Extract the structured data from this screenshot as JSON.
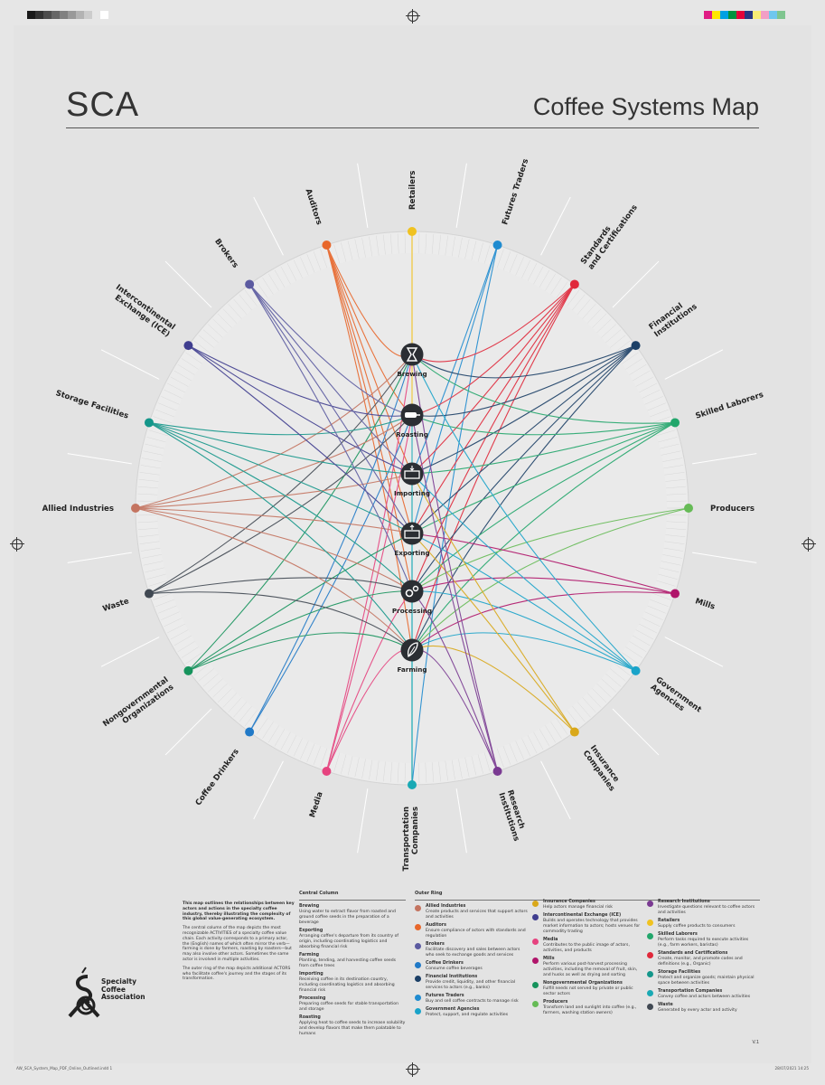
{
  "header": {
    "brand": "SCA",
    "title": "Coffee Systems Map"
  },
  "colors": {
    "Auditors": "#e8672b",
    "Retailers": "#f0c220",
    "Futures Traders": "#1f8bd0",
    "Standards and Certifications": "#e0283a",
    "Financial Institutions": "#1b3f66",
    "Skilled Laborers": "#22a66b",
    "Producers": "#66bb56",
    "Mills": "#b0156a",
    "Government Agencies": "#19a3c9",
    "Insurance Companies": "#d9a81a",
    "Research Institutions": "#7a3a92",
    "Transportation Companies": "#19a9b4",
    "Media": "#e6437f",
    "Coffee Drinkers": "#2079c7",
    "Nongovernmental Organizations": "#16935c",
    "Waste": "#404852",
    "Allied Industries": "#c47460",
    "Storage Facilities": "#14968a",
    "Intercontinental Exchange (ICE)": "#3f3d8f",
    "Brokers": "#5b5aa0"
  },
  "actors": [
    {
      "name": "Retailers",
      "label_lines": [
        "Retailers"
      ]
    },
    {
      "name": "Futures Traders",
      "label_lines": [
        "Futures Traders"
      ]
    },
    {
      "name": "Standards and Certifications",
      "label_lines": [
        "Standards",
        "and Certifications"
      ]
    },
    {
      "name": "Financial Institutions",
      "label_lines": [
        "Financial",
        "Institutions"
      ]
    },
    {
      "name": "Skilled Laborers",
      "label_lines": [
        "Skilled Laborers"
      ]
    },
    {
      "name": "Producers",
      "label_lines": [
        "Producers"
      ]
    },
    {
      "name": "Mills",
      "label_lines": [
        "Mills"
      ]
    },
    {
      "name": "Government Agencies",
      "label_lines": [
        "Government",
        "Agencies"
      ]
    },
    {
      "name": "Insurance Companies",
      "label_lines": [
        "Insurance",
        "Companies"
      ]
    },
    {
      "name": "Research Institutions",
      "label_lines": [
        "Research",
        "Institutions"
      ]
    },
    {
      "name": "Transportation Companies",
      "label_lines": [
        "Transportation",
        "Companies"
      ]
    },
    {
      "name": "Media",
      "label_lines": [
        "Media"
      ]
    },
    {
      "name": "Coffee Drinkers",
      "label_lines": [
        "Coffee Drinkers"
      ]
    },
    {
      "name": "Nongovernmental Organizations",
      "label_lines": [
        "Nongovernmental",
        "Organizations"
      ]
    },
    {
      "name": "Waste",
      "label_lines": [
        "Waste"
      ]
    },
    {
      "name": "Allied Industries",
      "label_lines": [
        "Allied Industries"
      ]
    },
    {
      "name": "Storage Facilities",
      "label_lines": [
        "Storage Facilities"
      ]
    },
    {
      "name": "Intercontinental Exchange (ICE)",
      "label_lines": [
        "Intercontinental",
        "Exchange (ICE)"
      ]
    },
    {
      "name": "Brokers",
      "label_lines": [
        "Brokers"
      ]
    },
    {
      "name": "Auditors",
      "label_lines": [
        "Auditors"
      ]
    }
  ],
  "activities": [
    {
      "name": "Brewing",
      "icon": "chemex-icon"
    },
    {
      "name": "Roasting",
      "icon": "roaster-icon"
    },
    {
      "name": "Importing",
      "icon": "container-import-icon"
    },
    {
      "name": "Exporting",
      "icon": "container-export-icon"
    },
    {
      "name": "Processing",
      "icon": "gears-icon"
    },
    {
      "name": "Farming",
      "icon": "leaf-icon"
    }
  ],
  "links": [
    [
      "Auditors",
      "Brewing"
    ],
    [
      "Auditors",
      "Roasting"
    ],
    [
      "Auditors",
      "Importing"
    ],
    [
      "Auditors",
      "Exporting"
    ],
    [
      "Auditors",
      "Processing"
    ],
    [
      "Auditors",
      "Farming"
    ],
    [
      "Retailers",
      "Brewing"
    ],
    [
      "Retailers",
      "Roasting"
    ],
    [
      "Futures Traders",
      "Importing"
    ],
    [
      "Futures Traders",
      "Exporting"
    ],
    [
      "Futures Traders",
      "Transportation Companies"
    ],
    [
      "Standards and Certifications",
      "Brewing"
    ],
    [
      "Standards and Certifications",
      "Roasting"
    ],
    [
      "Standards and Certifications",
      "Importing"
    ],
    [
      "Standards and Certifications",
      "Exporting"
    ],
    [
      "Standards and Certifications",
      "Processing"
    ],
    [
      "Standards and Certifications",
      "Farming"
    ],
    [
      "Financial Institutions",
      "Brewing"
    ],
    [
      "Financial Institutions",
      "Roasting"
    ],
    [
      "Financial Institutions",
      "Importing"
    ],
    [
      "Financial Institutions",
      "Exporting"
    ],
    [
      "Financial Institutions",
      "Processing"
    ],
    [
      "Financial Institutions",
      "Farming"
    ],
    [
      "Skilled Laborers",
      "Brewing"
    ],
    [
      "Skilled Laborers",
      "Roasting"
    ],
    [
      "Skilled Laborers",
      "Importing"
    ],
    [
      "Skilled Laborers",
      "Exporting"
    ],
    [
      "Skilled Laborers",
      "Processing"
    ],
    [
      "Skilled Laborers",
      "Farming"
    ],
    [
      "Producers",
      "Farming"
    ],
    [
      "Producers",
      "Processing"
    ],
    [
      "Mills",
      "Processing"
    ],
    [
      "Mills",
      "Exporting"
    ],
    [
      "Mills",
      "Farming"
    ],
    [
      "Government Agencies",
      "Importing"
    ],
    [
      "Government Agencies",
      "Exporting"
    ],
    [
      "Government Agencies",
      "Processing"
    ],
    [
      "Government Agencies",
      "Farming"
    ],
    [
      "Government Agencies",
      "Brewing"
    ],
    [
      "Insurance Companies",
      "Importing"
    ],
    [
      "Insurance Companies",
      "Exporting"
    ],
    [
      "Insurance Companies",
      "Farming"
    ],
    [
      "Research Institutions",
      "Farming"
    ],
    [
      "Research Institutions",
      "Processing"
    ],
    [
      "Research Institutions",
      "Roasting"
    ],
    [
      "Research Institutions",
      "Brewing"
    ],
    [
      "Transportation Companies",
      "Importing"
    ],
    [
      "Transportation Companies",
      "Exporting"
    ],
    [
      "Transportation Companies",
      "Farming"
    ],
    [
      "Transportation Companies",
      "Roasting"
    ],
    [
      "Media",
      "Brewing"
    ],
    [
      "Media",
      "Roasting"
    ],
    [
      "Media",
      "Farming"
    ],
    [
      "Media",
      "Processing"
    ],
    [
      "Coffee Drinkers",
      "Brewing"
    ],
    [
      "Coffee Drinkers",
      "Roasting"
    ],
    [
      "Nongovernmental Organizations",
      "Farming"
    ],
    [
      "Nongovernmental Organizations",
      "Processing"
    ],
    [
      "Nongovernmental Organizations",
      "Exporting"
    ],
    [
      "Nongovernmental Organizations",
      "Brewing"
    ],
    [
      "Waste",
      "Brewing"
    ],
    [
      "Waste",
      "Roasting"
    ],
    [
      "Waste",
      "Processing"
    ],
    [
      "Waste",
      "Farming"
    ],
    [
      "Allied Industries",
      "Brewing"
    ],
    [
      "Allied Industries",
      "Roasting"
    ],
    [
      "Allied Industries",
      "Importing"
    ],
    [
      "Allied Industries",
      "Exporting"
    ],
    [
      "Allied Industries",
      "Processing"
    ],
    [
      "Allied Industries",
      "Farming"
    ],
    [
      "Storage Facilities",
      "Importing"
    ],
    [
      "Storage Facilities",
      "Exporting"
    ],
    [
      "Storage Facilities",
      "Roasting"
    ],
    [
      "Storage Facilities",
      "Processing"
    ],
    [
      "Storage Facilities",
      "Farming"
    ],
    [
      "Intercontinental Exchange (ICE)",
      "Importing"
    ],
    [
      "Intercontinental Exchange (ICE)",
      "Exporting"
    ],
    [
      "Intercontinental Exchange (ICE)",
      "Roasting"
    ],
    [
      "Brokers",
      "Importing"
    ],
    [
      "Brokers",
      "Exporting"
    ],
    [
      "Brokers",
      "Roasting"
    ],
    [
      "Brokers",
      "Processing"
    ]
  ],
  "legend": {
    "intro": [
      "This map outlines the relationships between key actors and actions in the specialty coffee industry, thereby illustrating the complexity of this global value-generating ecosystem.",
      "The central column of the map depicts the most recognizable ACTIVITIES of a specialty coffee value chain. Each activity corresponds to a primary actor, the (English) names of which often mirror the verb—farming is done by farmers, roasting by roasters—but may also involve other actors. Sometimes the same actor is involved in multiple activities.",
      "The outer ring of the map depicts additional ACTORS who facilitate coffee's journey and the stages of its transformation."
    ],
    "central_heading": "Central Column",
    "central": [
      {
        "name": "Brewing",
        "desc": "Using water to extract flavor from roasted and ground coffee seeds in the preparation of a beverage"
      },
      {
        "name": "Exporting",
        "desc": "Arranging coffee's departure from its country of origin, including coordinating logistics and absorbing financial risk"
      },
      {
        "name": "Farming",
        "desc": "Planting, tending, and harvesting coffee seeds from coffee trees"
      },
      {
        "name": "Importing",
        "desc": "Receiving coffee in its destination country, including coordinating logistics and absorbing financial risk"
      },
      {
        "name": "Processing",
        "desc": "Preparing coffee seeds for stable transportation and storage"
      },
      {
        "name": "Roasting",
        "desc": "Applying heat to coffee seeds to increase solubility and develop flavors that make them palatable to humans"
      }
    ],
    "outer_heading": "Outer Ring",
    "outer_col1": [
      {
        "name": "Allied Industries",
        "desc": "Create products and services that support actors and activities"
      },
      {
        "name": "Auditors",
        "desc": "Ensure compliance of actors with standards and regulation"
      },
      {
        "name": "Brokers",
        "desc": "Facilitate discovery and sales between actors who seek to exchange goods and services"
      },
      {
        "name": "Coffee Drinkers",
        "desc": "Consume coffee beverages"
      },
      {
        "name": "Financial Institutions",
        "desc": "Provide credit, liquidity, and other financial services to actors (e.g., banks)"
      },
      {
        "name": "Futures Traders",
        "desc": "Buy and sell coffee contracts to manage risk"
      },
      {
        "name": "Government Agencies",
        "desc": "Protect, support, and regulate activities"
      }
    ],
    "outer_col2": [
      {
        "name": "Insurance Companies",
        "desc": "Help actors manage financial risk"
      },
      {
        "name": "Intercontinental Exchange (ICE)",
        "desc": "Builds and operates technology that provides market information to actors; hosts venues for commodity trading"
      },
      {
        "name": "Media",
        "desc": "Contributes to the public image of actors, activities, and products"
      },
      {
        "name": "Mills",
        "desc": "Perform various post-harvest processing activities, including the removal of fruit, skin, and husks as well as drying and sorting"
      },
      {
        "name": "Nongovernmental Organizations",
        "desc": "Fulfill needs not served by private or public sector actors"
      },
      {
        "name": "Producers",
        "desc": "Transform land and sunlight into coffee (e.g., farmers, washing station owners)"
      }
    ],
    "outer_col3": [
      {
        "name": "Research Institutions",
        "desc": "Investigate questions relevant to coffee actors and activities"
      },
      {
        "name": "Retailers",
        "desc": "Supply coffee products to consumers"
      },
      {
        "name": "Skilled Laborers",
        "desc": "Perform tasks required to execute activities (e.g., farm workers, baristas)"
      },
      {
        "name": "Standards and Certifications",
        "desc": "Create, monitor, and promote codes and definitions (e.g., Organic)"
      },
      {
        "name": "Storage Facilities",
        "desc": "Protect and organize goods; maintain physical space between activities"
      },
      {
        "name": "Transportation Companies",
        "desc": "Convey coffee and actors between activities"
      },
      {
        "name": "Waste",
        "desc": "Generated by every actor and activity"
      }
    ]
  },
  "logo": {
    "lines": [
      "Specialty",
      "Coffee",
      "Association"
    ]
  },
  "version": "V.1",
  "footer": {
    "left": "AW_SCA_System_Map_PDF_Online_Outlined.indd   1",
    "right": "28/07/2021   14:25"
  }
}
